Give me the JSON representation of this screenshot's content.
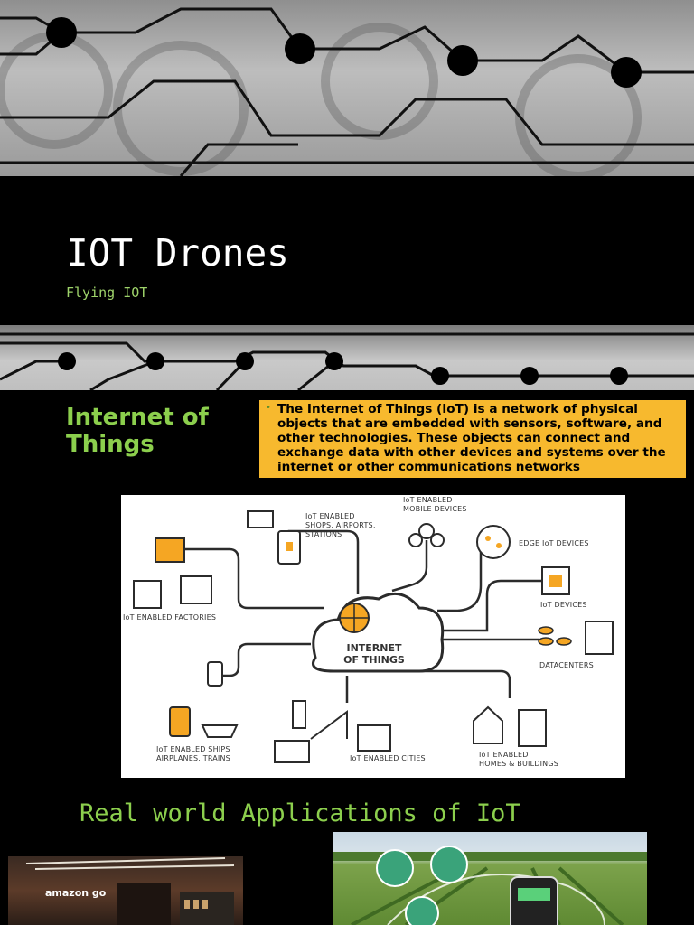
{
  "slide": {
    "title": "IOT Drones",
    "subtitle": "Flying IOT"
  },
  "iot_section": {
    "heading": "Internet of Things",
    "bullet": "•",
    "definition": "The Internet of Things (IoT) is a network of physical objects that are embedded with sensors, software, and other technologies. These objects can connect and exchange data with other devices and systems over the internet or other communications networks"
  },
  "diagram": {
    "hub_line1": "INTERNET",
    "hub_line2": "OF THINGS",
    "labels": {
      "shops_line1": "IoT ENABLED",
      "shops_line2": "SHOPS, AIRPORTS,",
      "shops_line3": "STATIONS",
      "mobile_line1": "IoT ENABLED",
      "mobile_line2": "MOBILE DEVICES",
      "edge": "EDGE IoT DEVICES",
      "devices": "IoT DEVICES",
      "datacenters": "DATACENTERS",
      "factories": "IoT ENABLED FACTORIES",
      "ships_line1": "IoT ENABLED SHIPS",
      "ships_line2": "AIRPLANES, TRAINS",
      "cities": "IoT ENABLED CITIES",
      "homes_line1": "IoT ENABLED",
      "homes_line2": "HOMES & BUILDINGS"
    }
  },
  "applications": {
    "heading": "Real world Applications of IoT",
    "store_logo": "amazon go"
  },
  "colors": {
    "background": "#000000",
    "accent_green": "#8ccf4d",
    "definition_box": "#f7b92e",
    "diagram_icon_orange": "#f5a623"
  }
}
